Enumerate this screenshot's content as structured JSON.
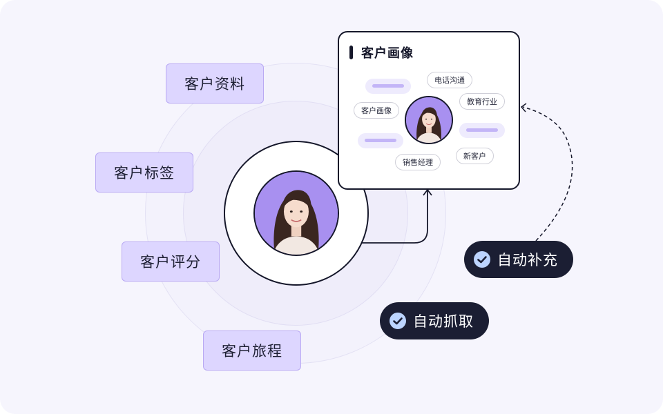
{
  "attribute_tags": [
    {
      "label": "客户资料"
    },
    {
      "label": "客户标签"
    },
    {
      "label": "客户评分"
    },
    {
      "label": "客户旅程"
    }
  ],
  "profile_card": {
    "title": "客户画像",
    "chips": {
      "phone": "电话沟通",
      "industry": "教育行业",
      "portrait": "客户画像",
      "new_customer": "新客户",
      "sales_manager": "销售经理"
    }
  },
  "badges": {
    "auto_fill": "自动补充",
    "auto_capture": "自动抓取"
  },
  "colors": {
    "background": "#f6f5fd",
    "tag_fill": "#ddd6ff",
    "tag_border": "#b9a9f3",
    "dark": "#1b1e33",
    "avatar_bg": "#a890f0",
    "check_fill": "#bcd4ff"
  },
  "icons": {
    "badge_icon": "check-circle-icon",
    "avatar": "user-avatar"
  }
}
